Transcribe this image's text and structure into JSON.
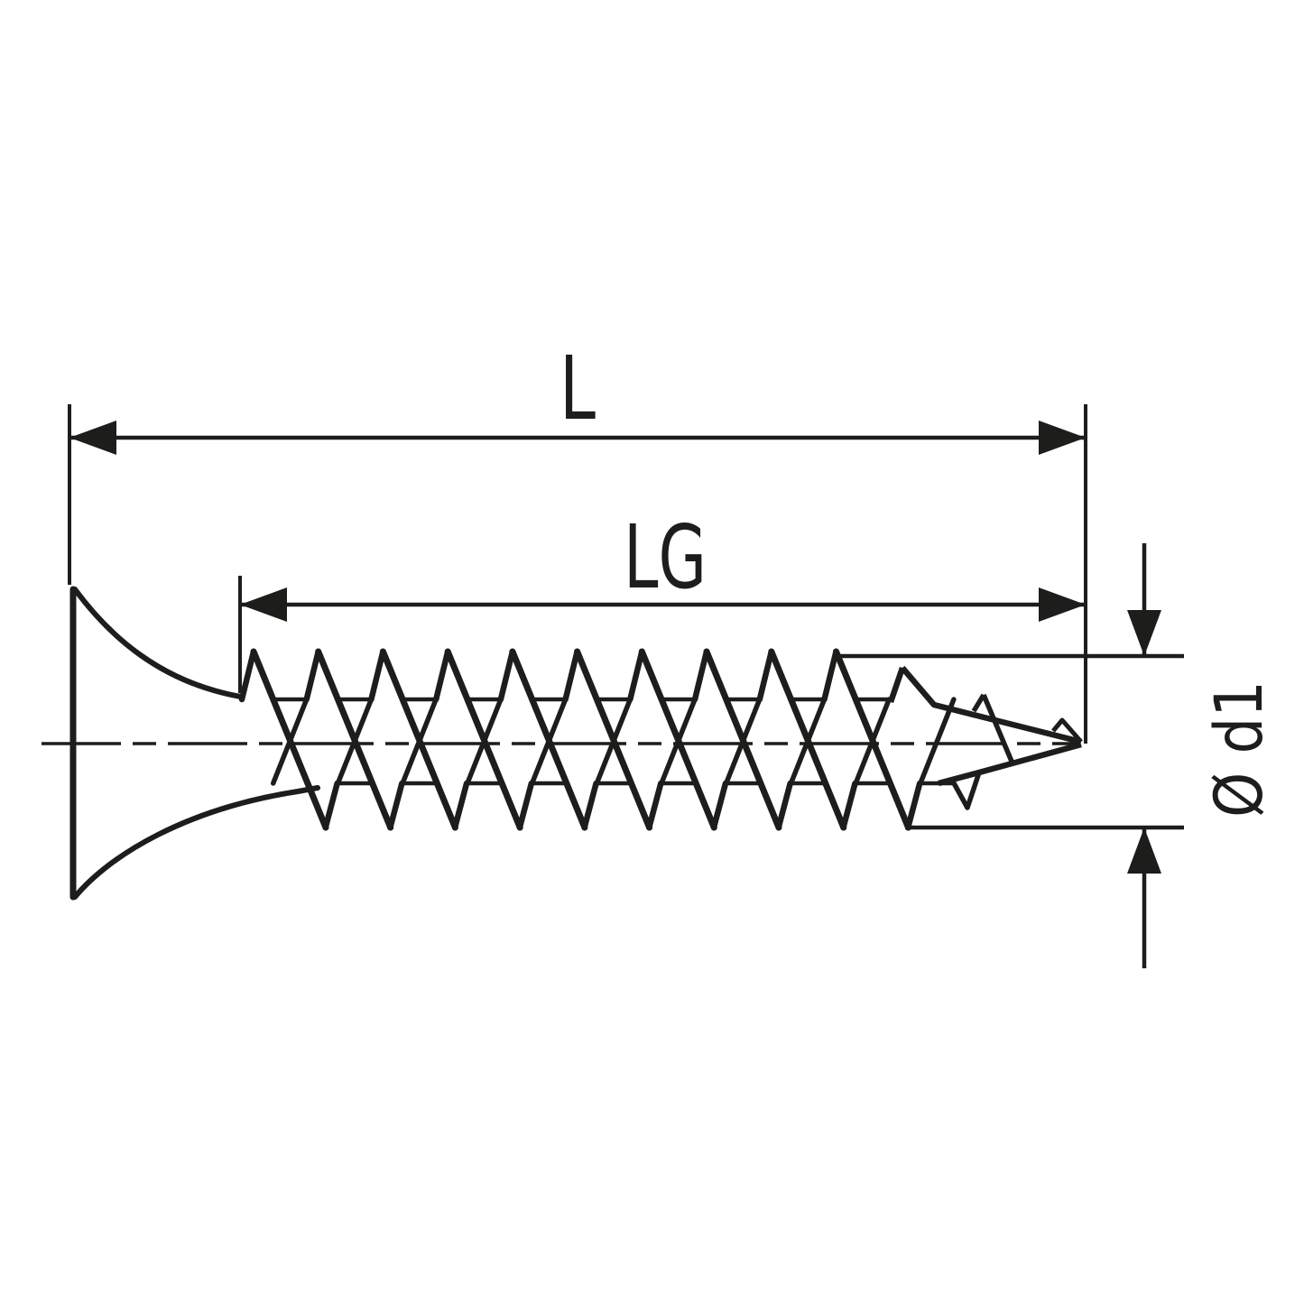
{
  "diagram": {
    "kind": "technical-drawing",
    "subject": "countersunk bugle-head drywall screw, side view with dimensioning",
    "labels": {
      "total_length": "L",
      "thread_length": "LG",
      "thread_diameter": "Ø d1"
    },
    "colors": {
      "ink": "#1d1d1b",
      "background": "#ffffff"
    }
  }
}
